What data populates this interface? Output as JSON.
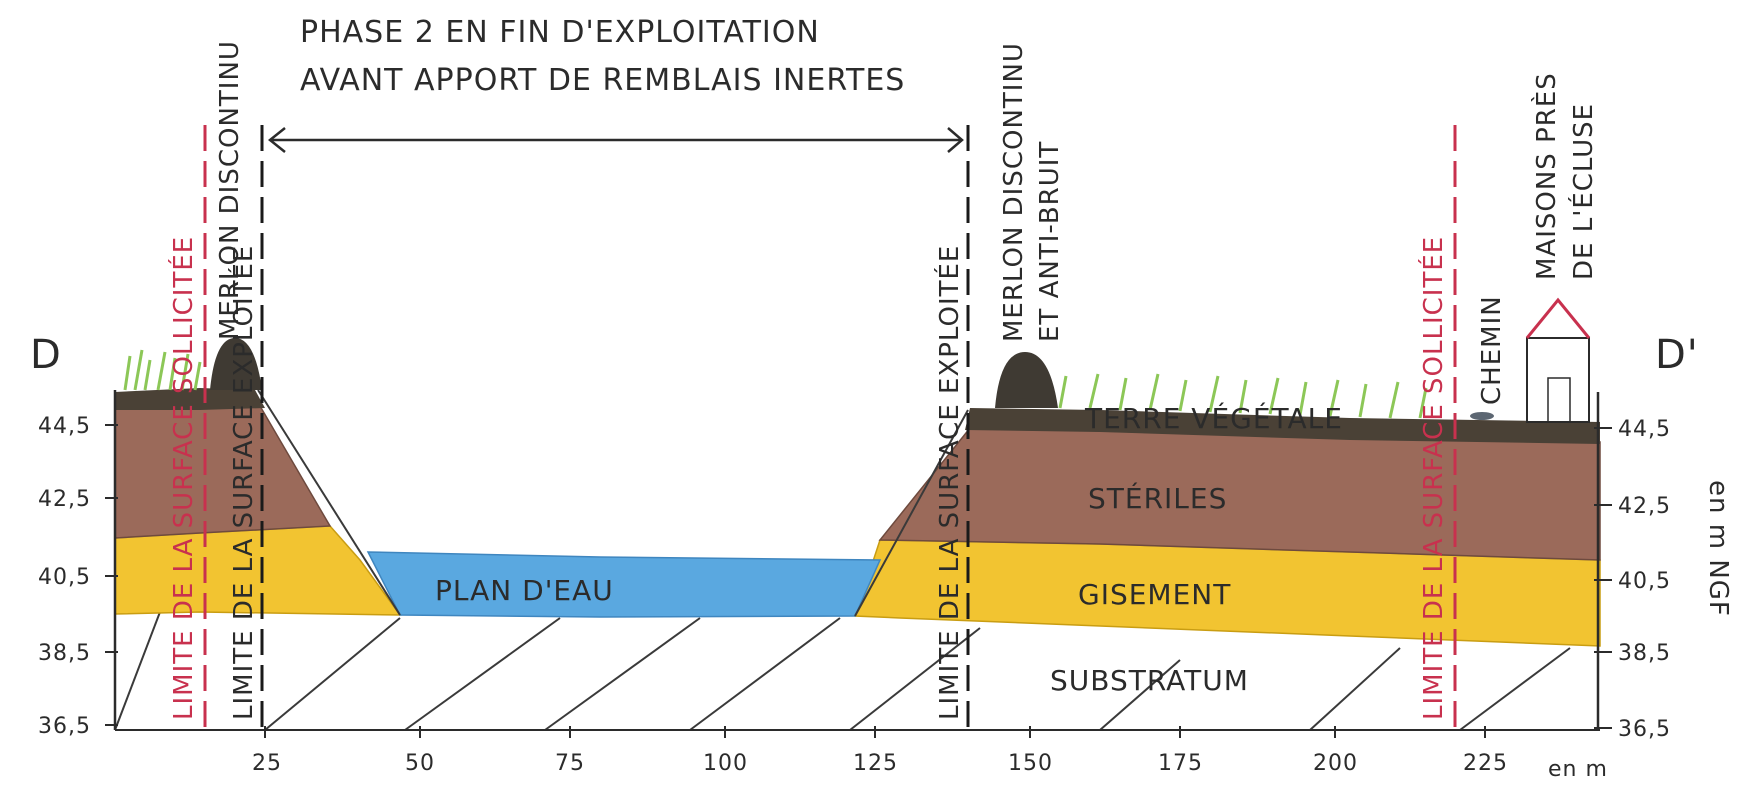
{
  "title": {
    "line1": "PHASE 2 EN FIN D'EXPLOITATION",
    "line2": "AVANT APPORT DE REMBLAIS INERTES"
  },
  "section": {
    "left": "D",
    "right": "D'"
  },
  "layers": {
    "terre": "TERRE VÉGÉTALE",
    "steriles": "STÉRILES",
    "gisement": "GISEMENT",
    "eau": "PLAN D'EAU",
    "substratum": "SUBSTRATUM"
  },
  "annotations": {
    "limite_sollicitee": "LIMITE DE LA SURFACE SOLLICITÉE",
    "limite_exploitee": "LIMITE DE LA SURFACE EXPLOITÉE",
    "merlon_left": "MERLON DISCONTINU",
    "merlon_right_1": "MERLON DISCONTINU",
    "merlon_right_2": "ET ANTI-BRUIT",
    "chemin": "CHEMIN",
    "maisons_1": "MAISONS PRÈS",
    "maisons_2": "DE L'ÉCLUSE"
  },
  "axes": {
    "x_unit": "en m",
    "y_unit": "en m NGF",
    "x_ticks": [
      "25",
      "50",
      "75",
      "100",
      "125",
      "150",
      "175",
      "200",
      "225"
    ],
    "y_ticks": [
      "44,5",
      "42,5",
      "40,5",
      "38,5",
      "36,5"
    ]
  },
  "colors": {
    "terre": "#4a4136",
    "steriles": "#9b6a5a",
    "gisement": "#f2c431",
    "eau": "#5aa8e0",
    "grass": "#9bd36a",
    "merlon": "#3f3a33",
    "limit_red": "#c8314e",
    "ink": "#2b2b2b"
  }
}
